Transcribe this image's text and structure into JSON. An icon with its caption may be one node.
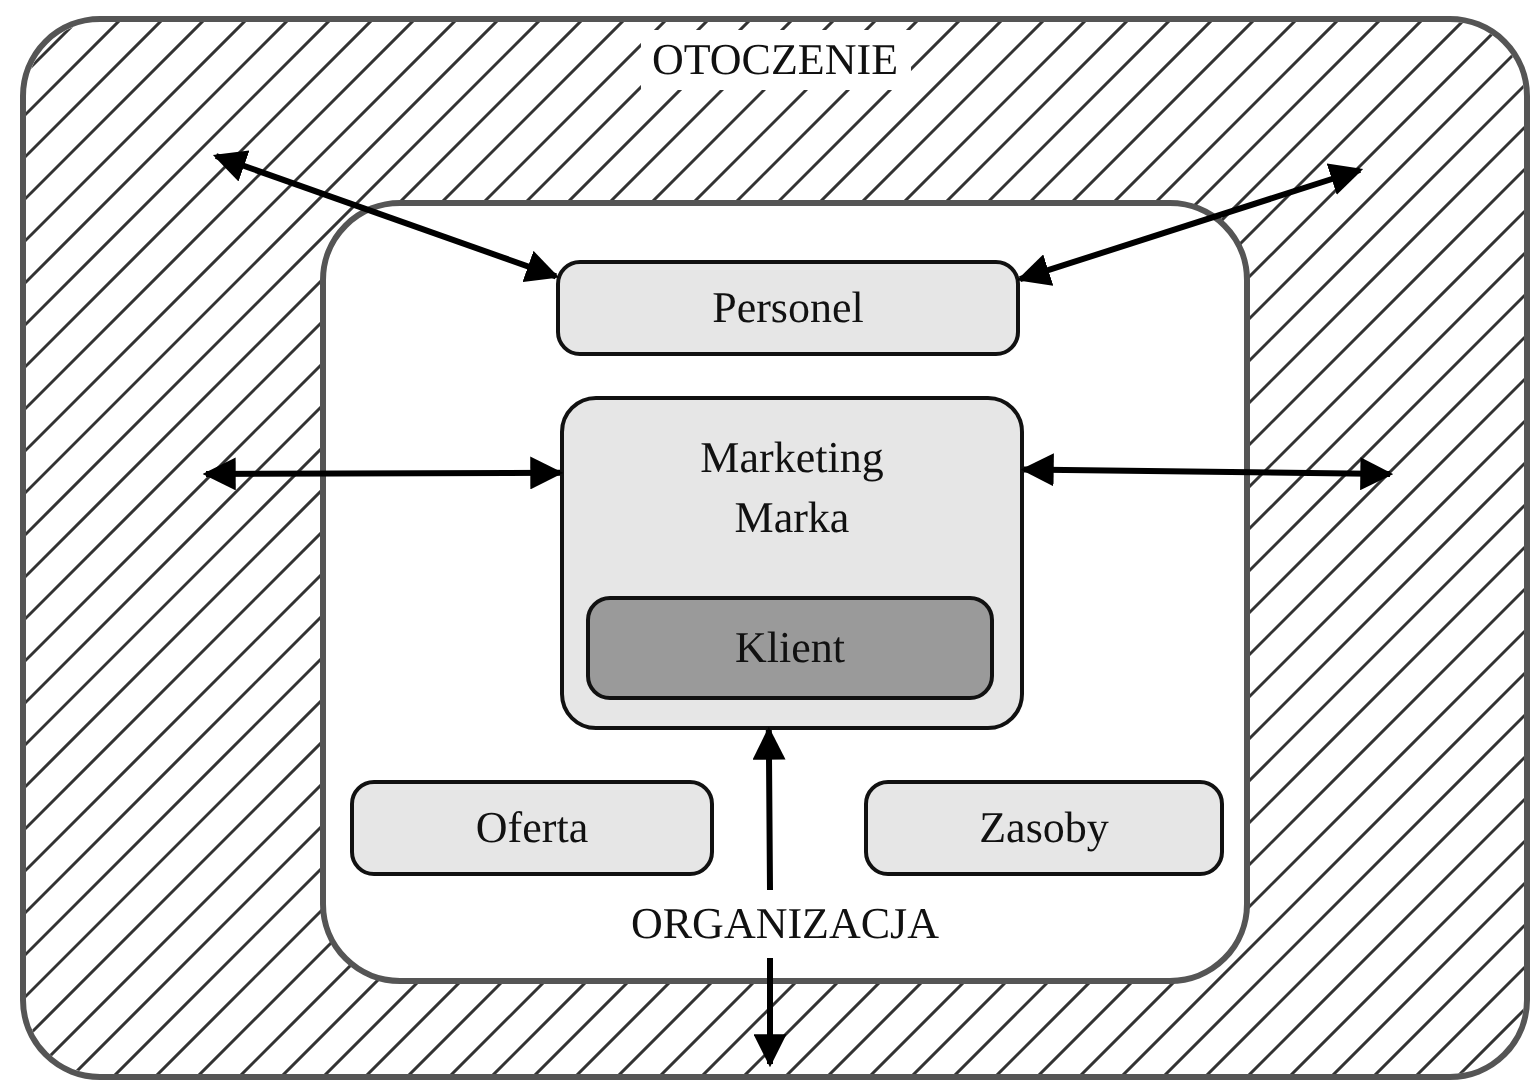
{
  "diagram": {
    "nodes": [
      {
        "text": [
          "OTOCZENIE"
        ]
      },
      {
        "text": [
          "ORGANIZACJA"
        ],
        "in": 0
      },
      {
        "text": [
          "Personel"
        ],
        "in": 1
      },
      {
        "text": [
          "Marketing",
          "Marka"
        ],
        "in": 1
      },
      {
        "text": [
          "Klient"
        ],
        "in": 3
      },
      {
        "text": [
          "Oferta"
        ],
        "in": 1
      },
      {
        "text": [
          "Zasoby"
        ],
        "in": 1
      }
    ],
    "edges": [
      {
        "from": null,
        "to": 2,
        "arrow": "both"
      },
      {
        "from": null,
        "to": 2,
        "arrow": "both"
      },
      {
        "from": null,
        "to": 3,
        "arrow": "both"
      },
      {
        "from": null,
        "to": 3,
        "arrow": "both"
      },
      {
        "from": null,
        "to": 3,
        "arrow": "both"
      }
    ]
  }
}
